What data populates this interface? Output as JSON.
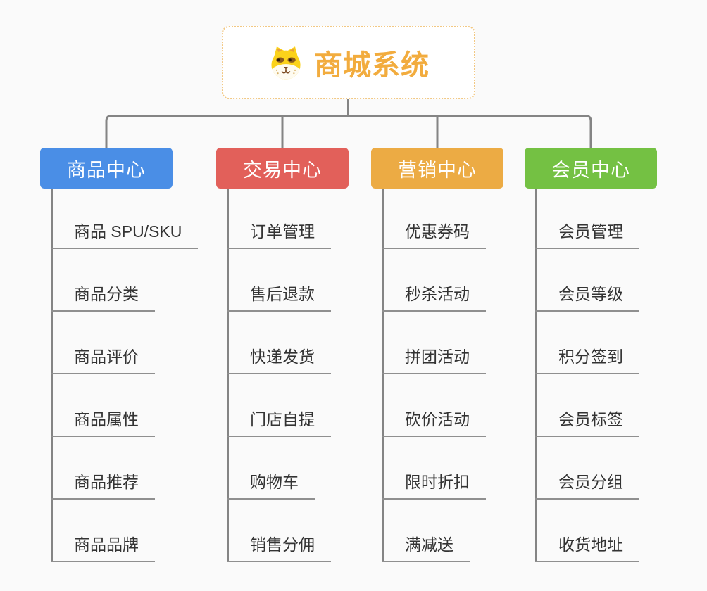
{
  "root": {
    "title": "商城系统",
    "icon": "dog-face-icon",
    "title_color": "#F2AC3E",
    "border_color": "#F2C883"
  },
  "connector_color": "#848484",
  "branches": [
    {
      "label": "商品中心",
      "color": "#4A8EE6",
      "items": [
        "商品 SPU/SKU",
        "商品分类",
        "商品评价",
        "商品属性",
        "商品推荐",
        "商品品牌"
      ]
    },
    {
      "label": "交易中心",
      "color": "#E2605A",
      "items": [
        "订单管理",
        "售后退款",
        "快递发货",
        "门店自提",
        "购物车",
        "销售分佣"
      ]
    },
    {
      "label": "营销中心",
      "color": "#ECAB44",
      "items": [
        "优惠券码",
        "秒杀活动",
        "拼团活动",
        "砍价活动",
        "限时折扣",
        "满减送"
      ]
    },
    {
      "label": "会员中心",
      "color": "#74C143",
      "items": [
        "会员管理",
        "会员等级",
        "积分签到",
        "会员标签",
        "会员分组",
        "收货地址"
      ]
    }
  ]
}
